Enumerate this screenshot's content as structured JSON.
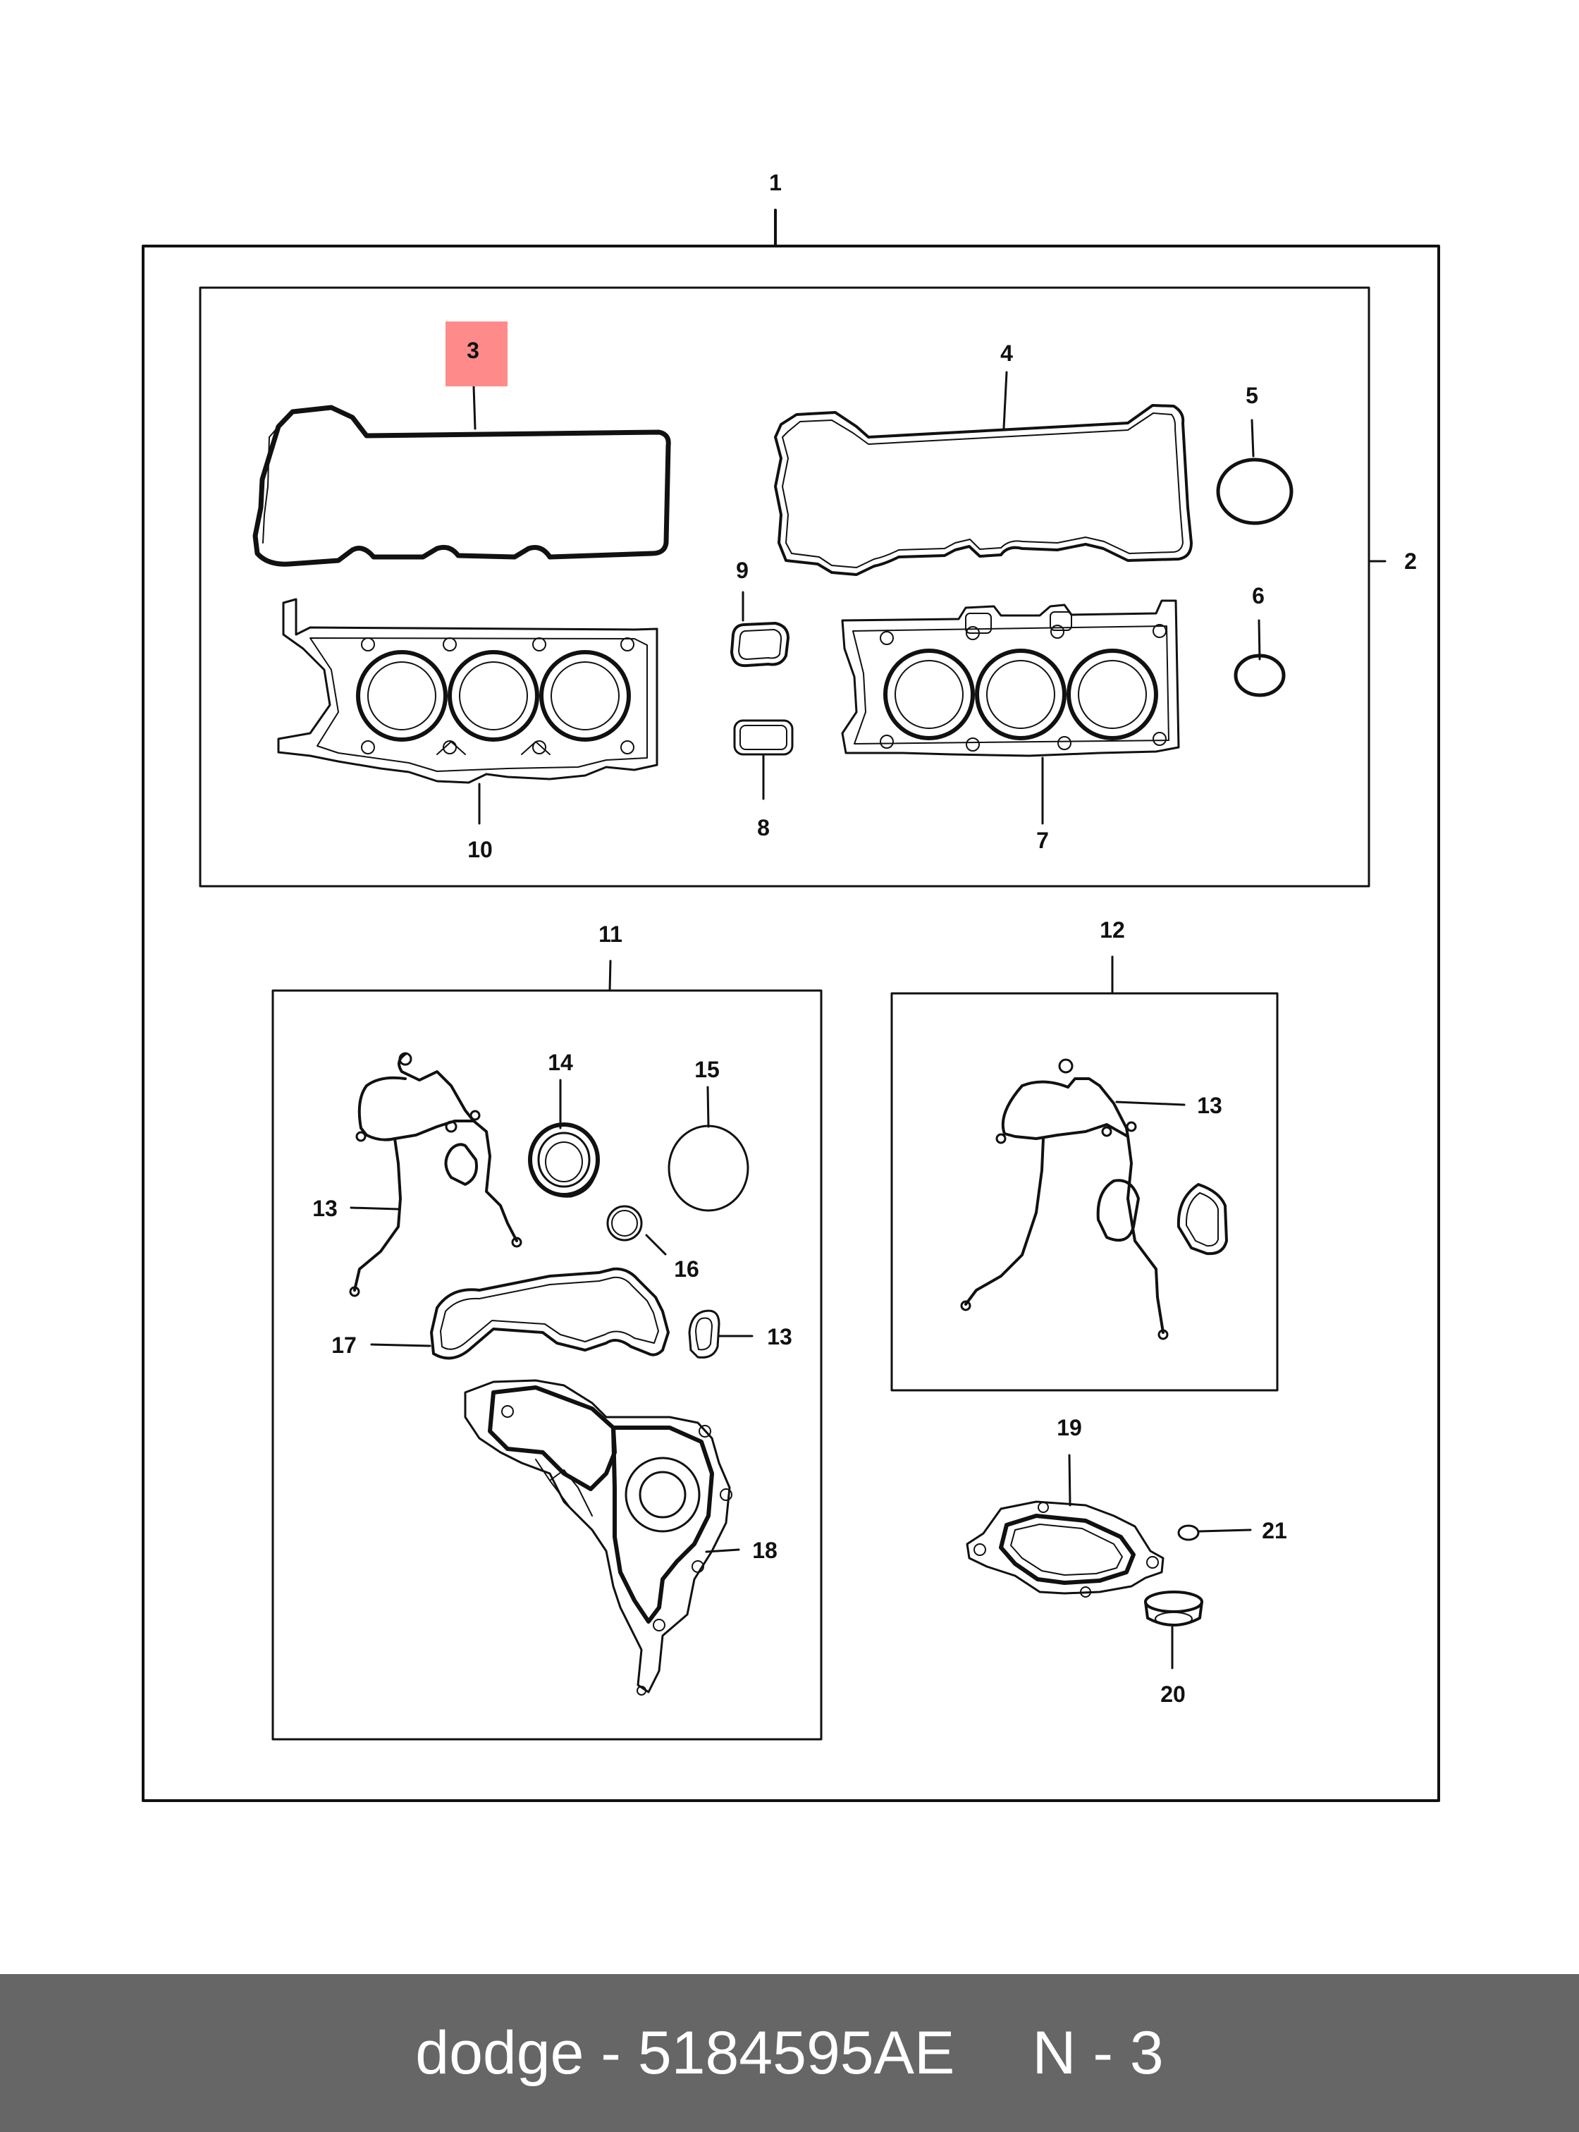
{
  "diagram": {
    "labels": {
      "l1": "1",
      "l2": "2",
      "l3": "3",
      "l4": "4",
      "l5": "5",
      "l6": "6",
      "l7": "7",
      "l8": "8",
      "l9": "9",
      "l10": "10",
      "l11": "11",
      "l12": "12",
      "l13a": "13",
      "l13b": "13",
      "l13c": "13",
      "l14": "14",
      "l15": "15",
      "l16": "16",
      "l17": "17",
      "l18": "18",
      "l19": "19",
      "l20": "20",
      "l21": "21"
    },
    "highlight_color": "#ff8a8a",
    "line_color": "#111111"
  },
  "footer": {
    "brand_part": "dodge - 5184595AE",
    "page_ref": "N - 3",
    "background": "#666666"
  }
}
